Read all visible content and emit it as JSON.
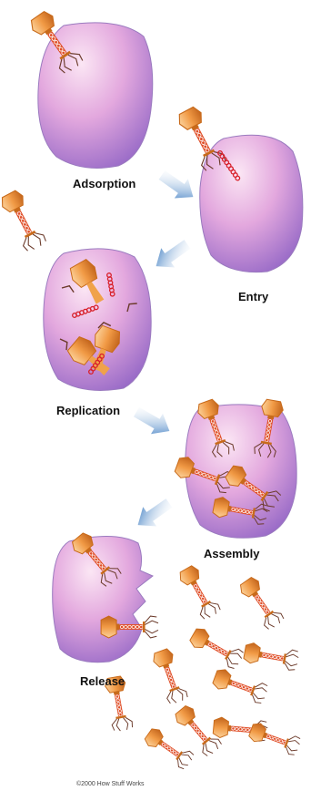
{
  "stages": [
    {
      "label": "Adsorption"
    },
    {
      "label": "Entry"
    },
    {
      "label": "Replication"
    },
    {
      "label": "Assembly"
    },
    {
      "label": "Release"
    }
  ],
  "credit": "©2000 How Stuff Works",
  "colors": {
    "cell_light": "#f4d7ee",
    "cell_mid": "#d596d8",
    "cell_dark": "#8a5cc0",
    "phage_head": "#f0a24a",
    "phage_head_dark": "#c86a1a",
    "phage_tail": "#e0502a",
    "dna": "#d8202a",
    "arrow": "#3b7fc4",
    "fiber": "#6b3a2a"
  }
}
